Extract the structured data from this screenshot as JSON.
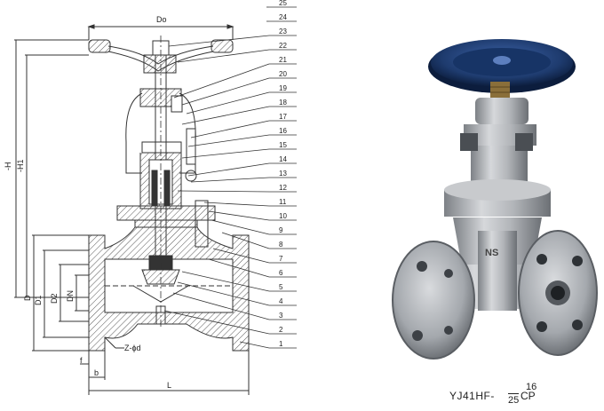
{
  "drawing": {
    "dim_labels": {
      "do": "Do",
      "h": "-H",
      "h1": "-H1",
      "d": "D",
      "d1": "D1",
      "d2": "D2",
      "dn": "DN",
      "bolt": "Z-ϕd",
      "f": "f",
      "b": "b",
      "l": "L"
    },
    "part_numbers": [
      "25",
      "24",
      "23",
      "22",
      "21",
      "20",
      "19",
      "18",
      "17",
      "16",
      "15",
      "14",
      "13",
      "12",
      "11",
      "10",
      "9",
      "8",
      "7",
      "6",
      "5",
      "4",
      "3",
      "2",
      "1"
    ]
  },
  "caption": {
    "model_main": "YJ41HF-",
    "model_sup": "16",
    "model_sub": "25",
    "model_tail": "CP"
  },
  "colors": {
    "line": "#333333",
    "hatch": "#555555",
    "handwheel": "#1e3b6e",
    "steel": "#b9bcc0"
  }
}
